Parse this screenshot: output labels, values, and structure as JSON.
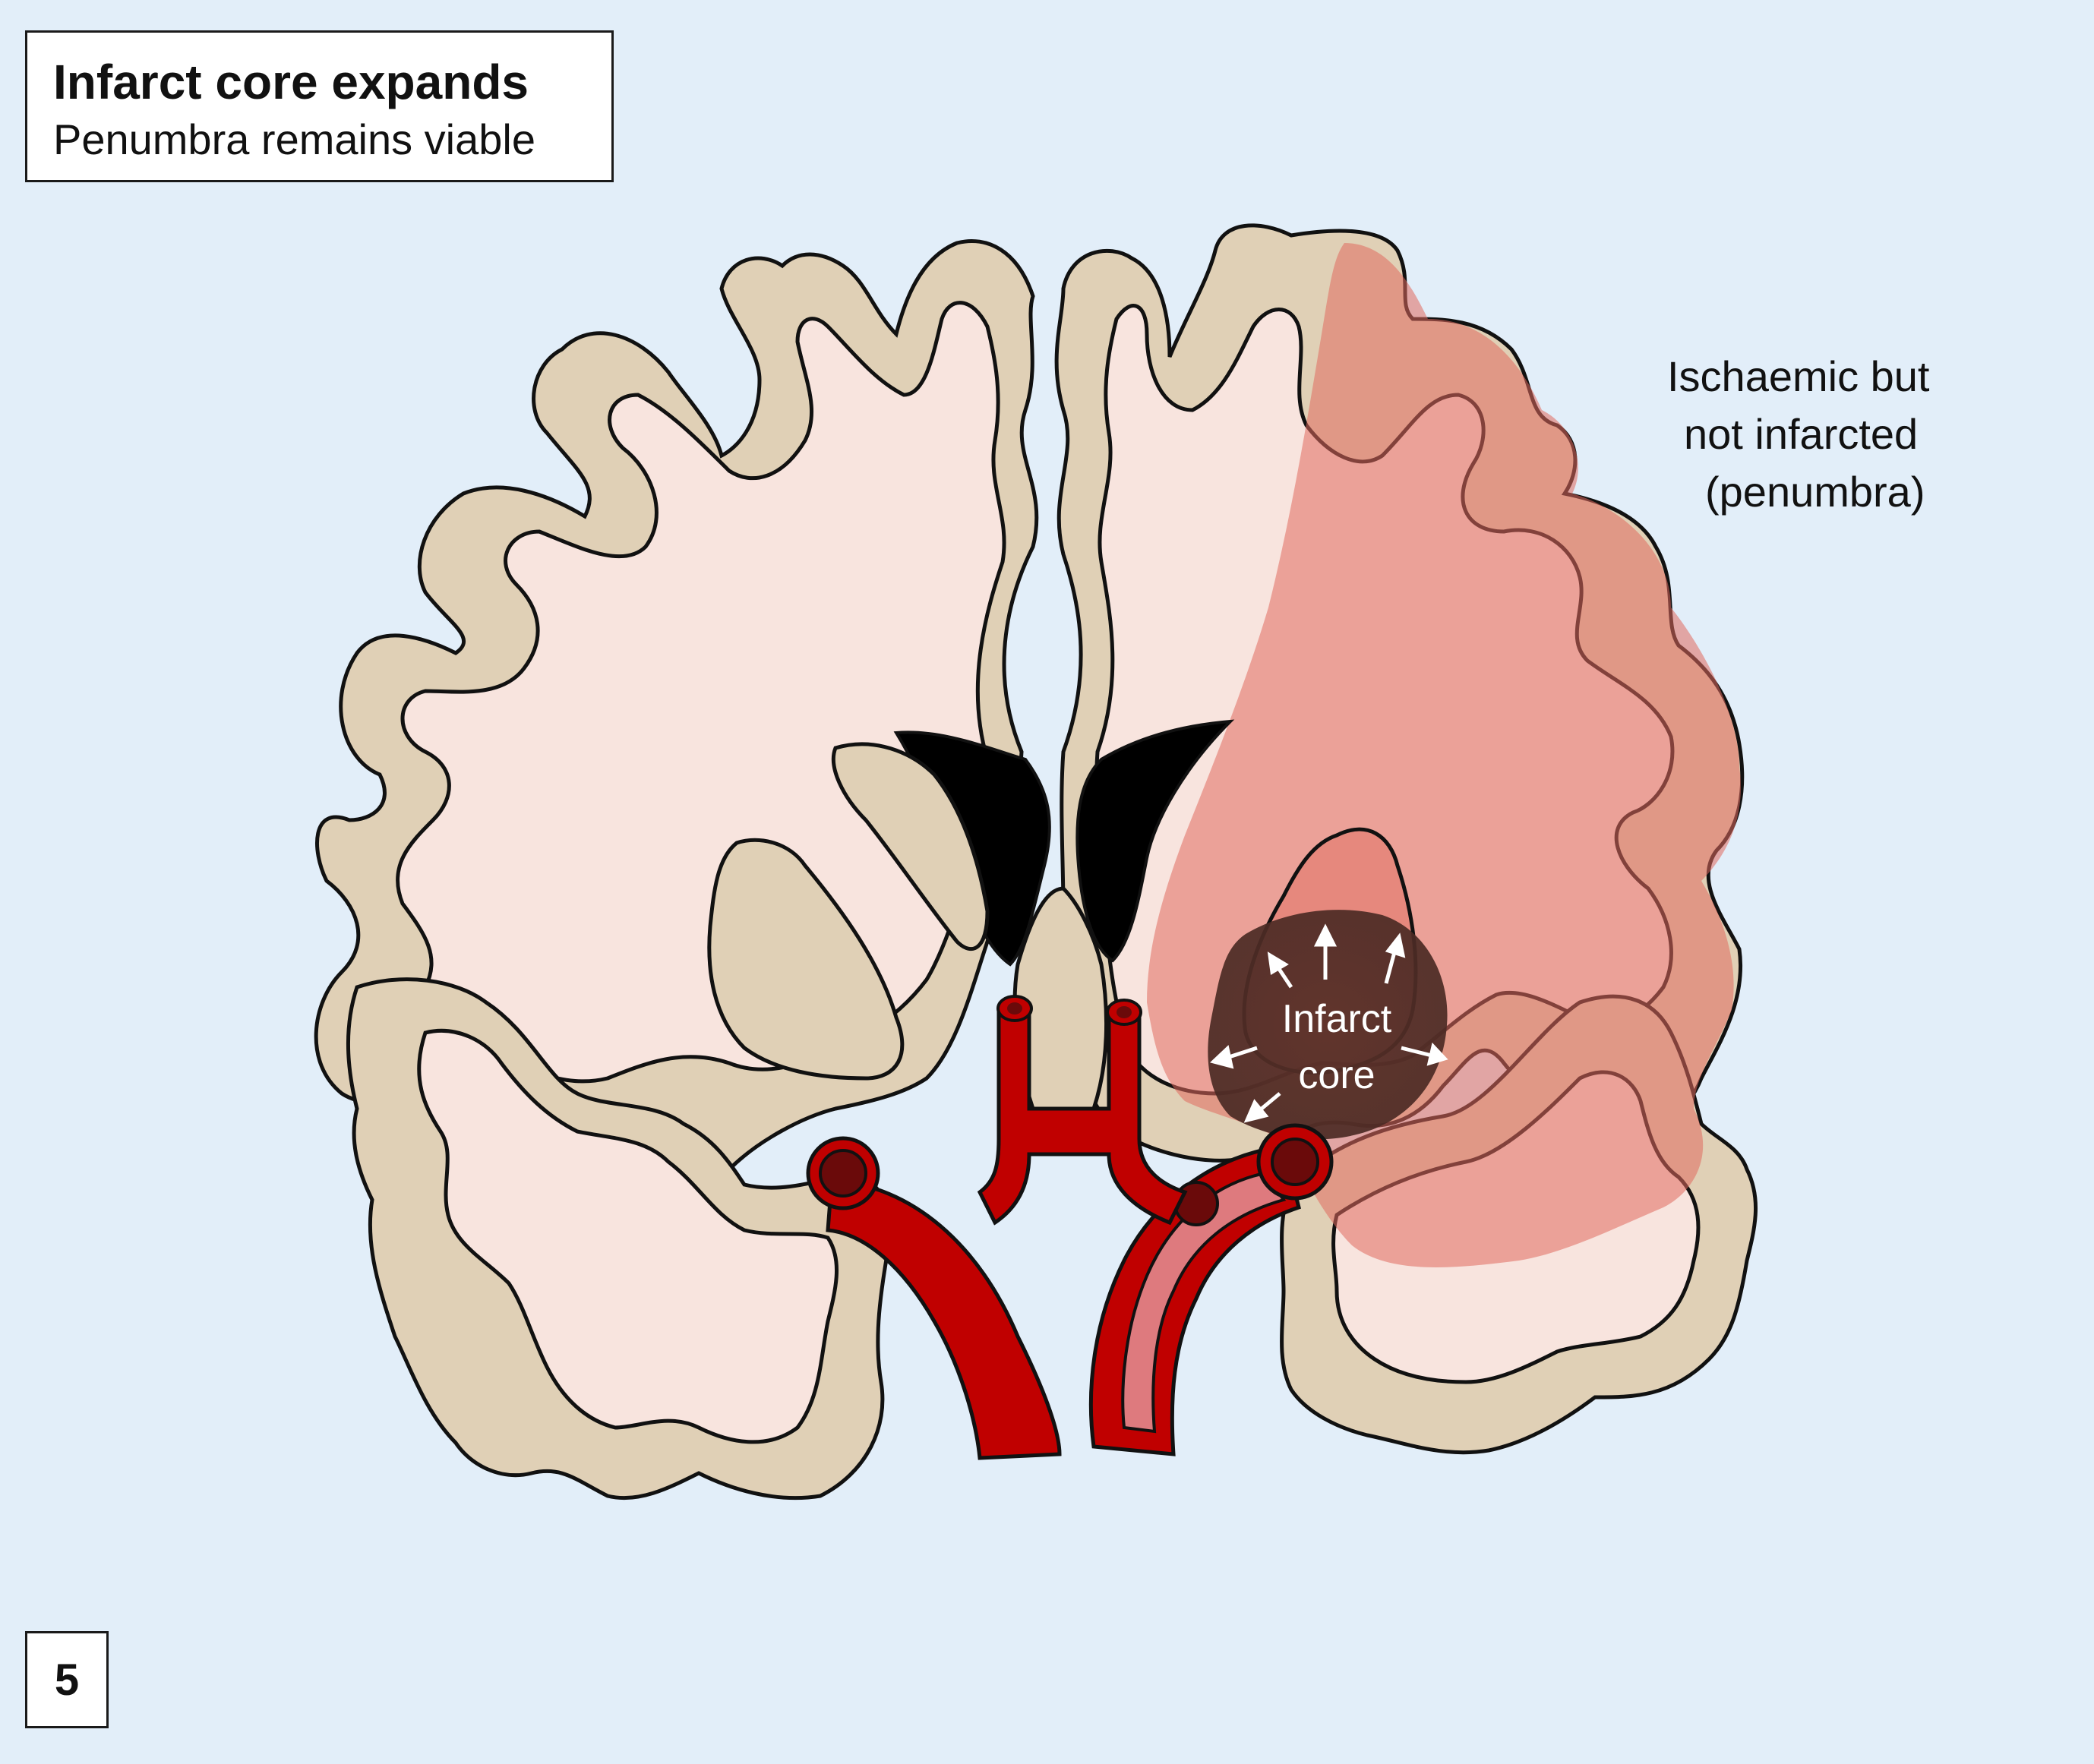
{
  "title": "Infarct core expands",
  "subtitle": "Penumbra remains viable",
  "step_number": "5",
  "penumbra_label": {
    "line1": "Ischaemic but",
    "line2": "not infarcted",
    "line3": "(penumbra)"
  },
  "core_label": {
    "line1": "Infarct",
    "line2": "core"
  },
  "colors": {
    "background": "#e2eef9",
    "grey_matter": "#e0d0b6",
    "white_matter": "#f8e4de",
    "penumbra": "#e58a80",
    "infarct_core": "#5c3830",
    "artery": "#c00000",
    "occluded_artery": "#de7a7e",
    "thrombus": "#6a0a0a",
    "ventricle": "#000000",
    "outline": "#111111"
  }
}
